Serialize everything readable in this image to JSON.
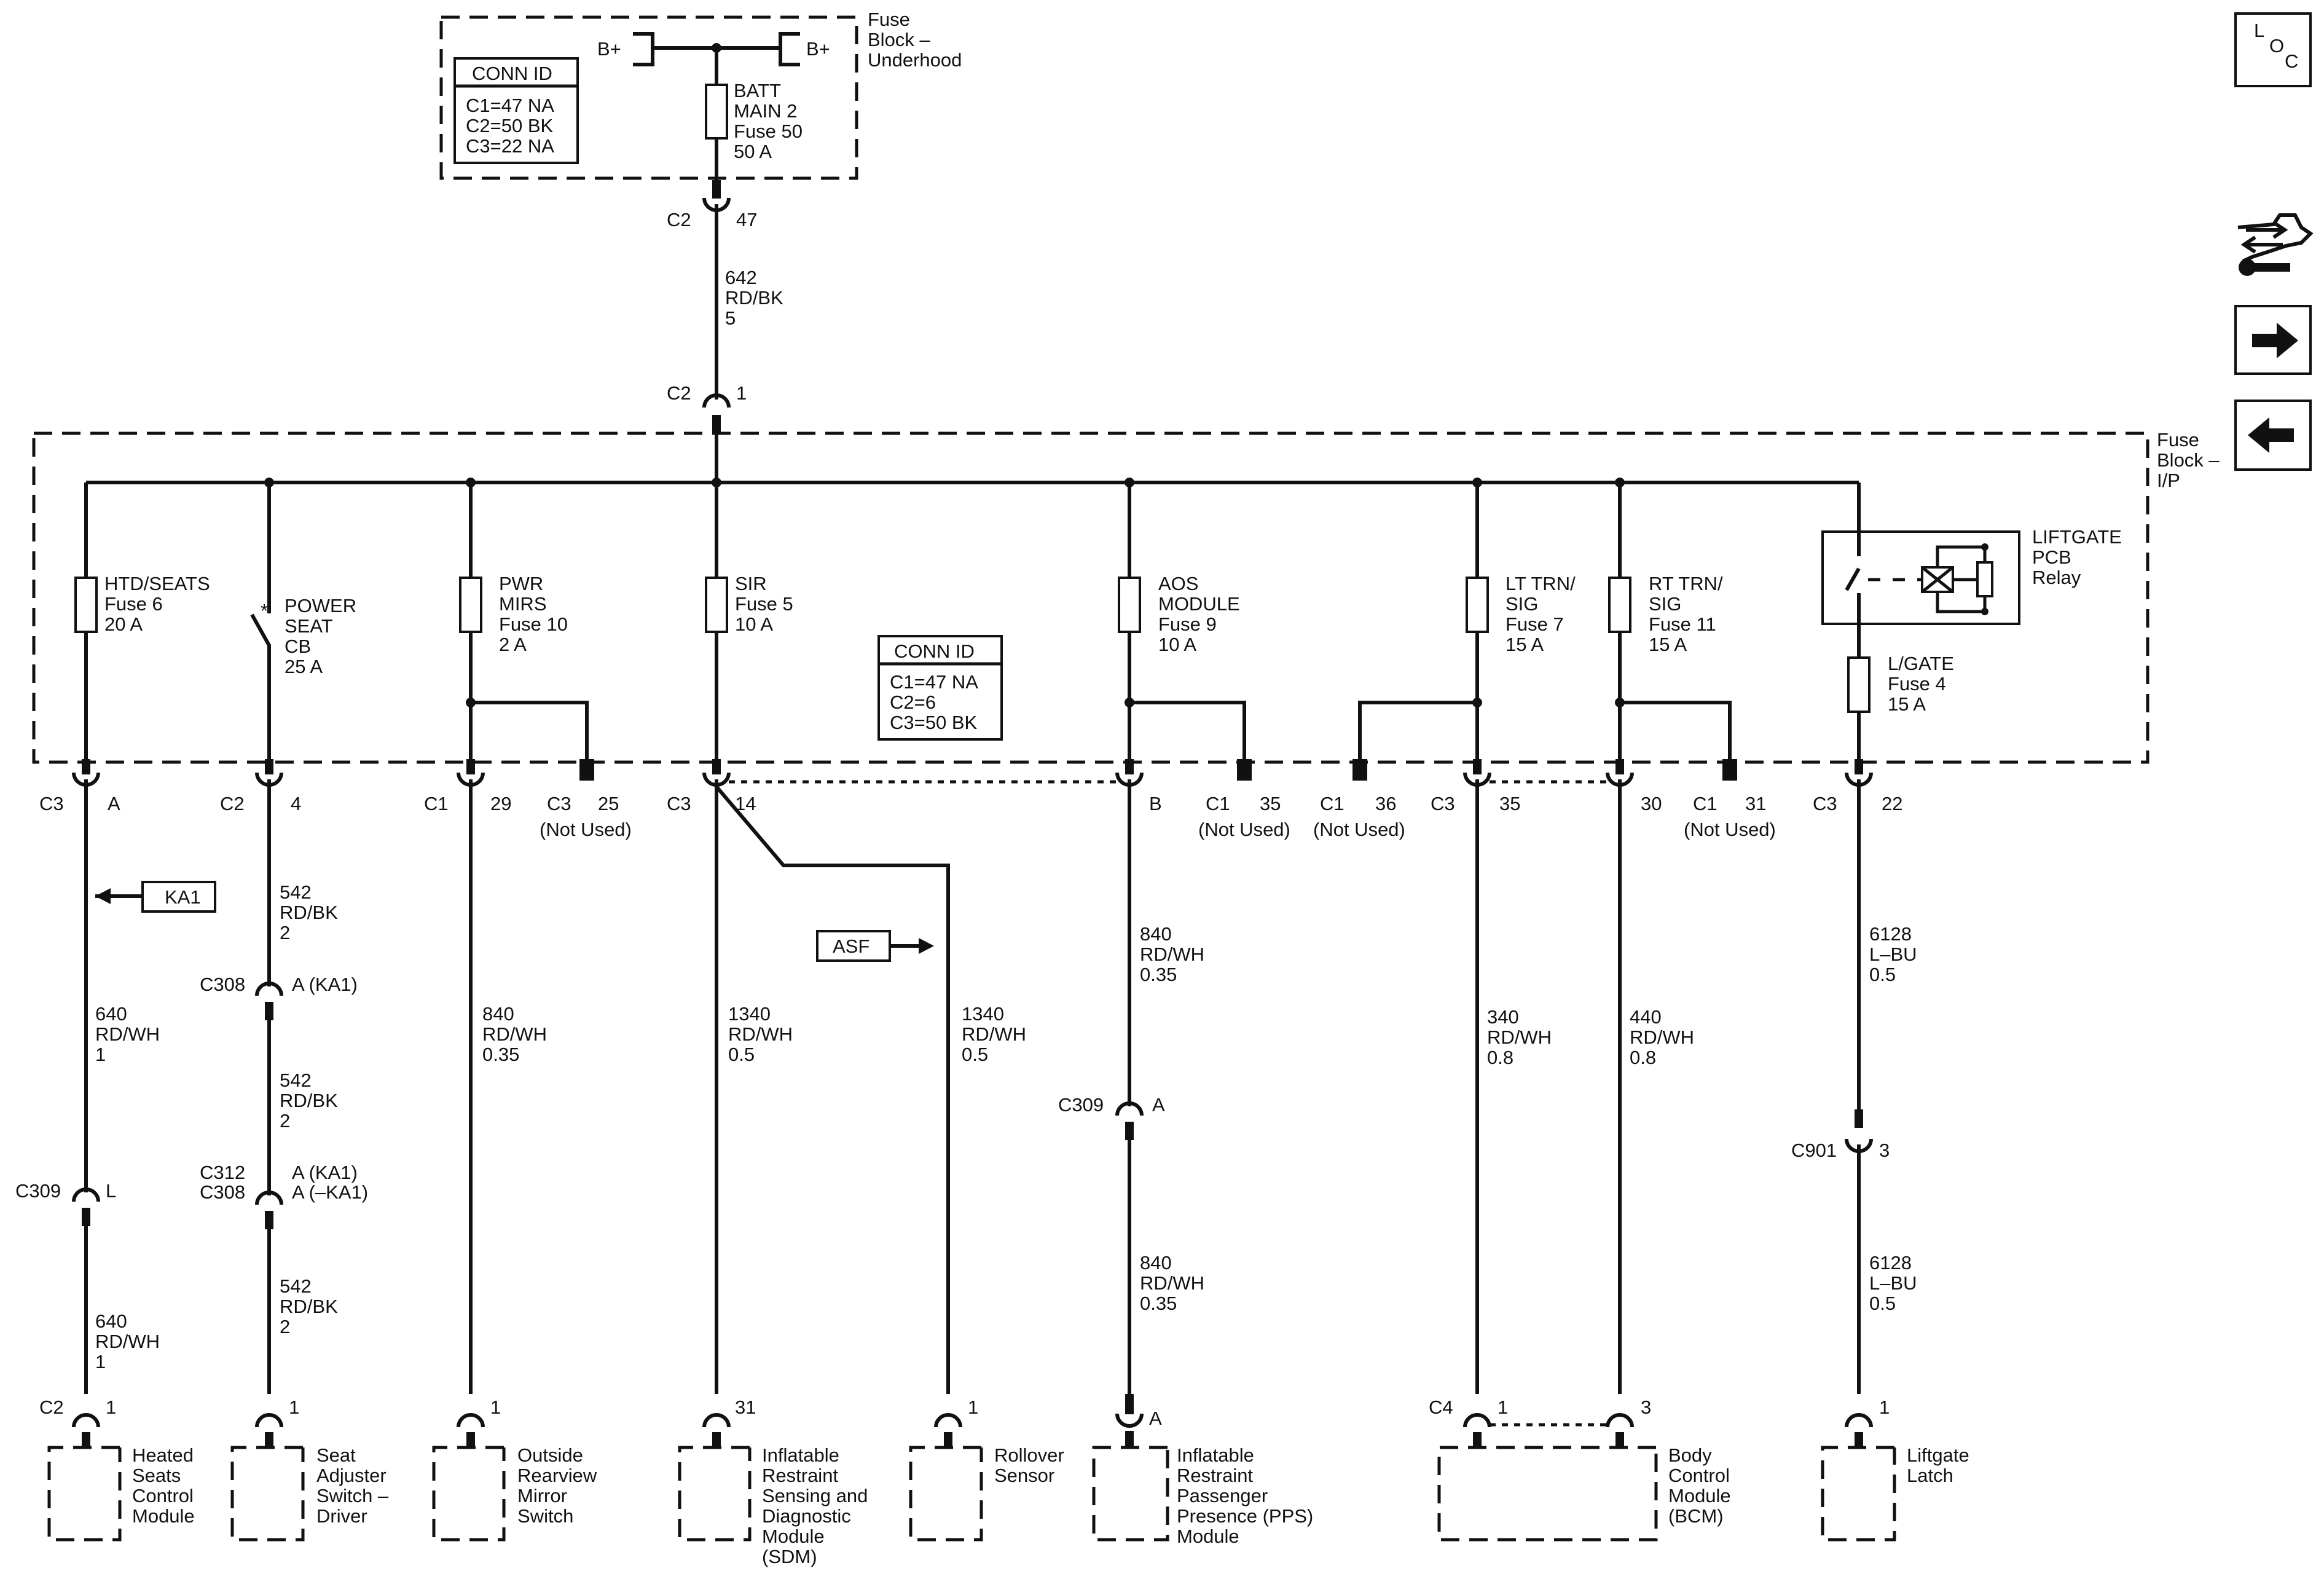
{
  "nav": {
    "loc_letters": [
      "L",
      "O",
      "C"
    ]
  },
  "fuse_block_underhood": {
    "label": [
      "Fuse",
      "Block –",
      "Underhood"
    ],
    "b_plus_left": "B+",
    "b_plus_right": "B+",
    "conn_id": {
      "title": "CONN ID",
      "lines": [
        "C1=47 NA",
        "C2=50 BK",
        "C3=22 NA"
      ]
    },
    "fuse": [
      "BATT",
      "MAIN 2",
      "Fuse 50",
      "50 A"
    ],
    "out_conn": "C2",
    "out_pin": "47"
  },
  "feed_wire": [
    "642",
    "RD/BK",
    "5"
  ],
  "fuse_block_ip": {
    "label": [
      "Fuse",
      "Block –",
      "I/P"
    ],
    "in_conn": "C2",
    "in_pin": "1",
    "conn_id": {
      "title": "CONN ID",
      "lines": [
        "C1=47 NA",
        "C2=6",
        "C3=50 BK"
      ]
    },
    "fuses": {
      "htd": [
        "HTD/SEATS",
        "Fuse 6",
        "20 A"
      ],
      "pwrseat": [
        "POWER",
        "SEAT",
        "CB",
        "25 A"
      ],
      "mirs": [
        "PWR",
        "MIRS",
        "Fuse 10",
        "2 A"
      ],
      "sir": [
        "SIR",
        "Fuse 5",
        "10 A"
      ],
      "aos": [
        "AOS",
        "MODULE",
        "Fuse 9",
        "10 A"
      ],
      "lt": [
        "LT TRN/",
        "SIG",
        "Fuse 7",
        "15 A"
      ],
      "rt": [
        "RT TRN/",
        "SIG",
        "Fuse 11",
        "15 A"
      ],
      "lgate": [
        "L/GATE",
        "Fuse 4",
        "15 A"
      ],
      "relay": [
        "LIFTGATE",
        "PCB",
        "Relay"
      ]
    },
    "star": "*"
  },
  "output_pins": [
    {
      "conn": "C3",
      "pin": "A"
    },
    {
      "conn": "C2",
      "pin": "4"
    },
    {
      "conn": "C1",
      "pin": "29"
    },
    {
      "conn": "C3",
      "pin": "25",
      "note": "(Not Used)"
    },
    {
      "conn": "C3",
      "pin": "14"
    },
    {
      "conn": "",
      "pin": "B"
    },
    {
      "conn": "C1",
      "pin": "35",
      "note": "(Not Used)"
    },
    {
      "conn": "C1",
      "pin": "36",
      "note": "(Not Used)"
    },
    {
      "conn": "C3",
      "pin": "35"
    },
    {
      "conn": "",
      "pin": "30"
    },
    {
      "conn": "C1",
      "pin": "31",
      "note": "(Not Used)"
    },
    {
      "conn": "C3",
      "pin": "22"
    }
  ],
  "circuits": {
    "c640a": [
      "640",
      "RD/WH",
      "1"
    ],
    "c640b": [
      "640",
      "RD/WH",
      "1"
    ],
    "c542a": [
      "542",
      "RD/BK",
      "2"
    ],
    "c542b": [
      "542",
      "RD/BK",
      "2"
    ],
    "c542c": [
      "542",
      "RD/BK",
      "2"
    ],
    "c840m": [
      "840",
      "RD/WH",
      "0.35"
    ],
    "c1340a": [
      "1340",
      "RD/WH",
      "0.5"
    ],
    "c1340b": [
      "1340",
      "RD/WH",
      "0.5"
    ],
    "c840a": [
      "840",
      "RD/WH",
      "0.35"
    ],
    "c840b": [
      "840",
      "RD/WH",
      "0.35"
    ],
    "c340": [
      "340",
      "RD/WH",
      "0.8"
    ],
    "c440": [
      "440",
      "RD/WH",
      "0.8"
    ],
    "c6128a": [
      "6128",
      "L–BU",
      "0.5"
    ],
    "c6128b": [
      "6128",
      "L–BU",
      "0.5"
    ]
  },
  "inline": {
    "c309l": {
      "conn": "C309",
      "pin": "L"
    },
    "c308": {
      "conn": "C308",
      "pin": "A (KA1)"
    },
    "c312": {
      "conn1": "C312",
      "conn2": "C308",
      "pin1": "A (KA1)",
      "pin2": "A (–KA1)"
    },
    "c309a": {
      "conn": "C309",
      "pin": "A"
    },
    "c901": {
      "conn": "C901",
      "pin": "3"
    }
  },
  "refs": {
    "ka1": "KA1",
    "asf": "ASF"
  },
  "components": [
    {
      "conn": "C2",
      "pin": "1",
      "label": [
        "Heated",
        "Seats",
        "Control",
        "Module"
      ]
    },
    {
      "conn": "",
      "pin": "1",
      "label": [
        "Seat",
        "Adjuster",
        "Switch –",
        "Driver"
      ]
    },
    {
      "conn": "",
      "pin": "1",
      "label": [
        "Outside",
        "Rearview",
        "Mirror",
        "Switch"
      ]
    },
    {
      "conn": "",
      "pin": "31",
      "label": [
        "Inflatable",
        "Restraint",
        "Sensing and",
        "Diagnostic",
        "Module",
        "(SDM)"
      ]
    },
    {
      "conn": "",
      "pin": "1",
      "label": [
        "Rollover",
        "Sensor"
      ]
    },
    {
      "conn": "",
      "pin": "A",
      "label": [
        "Inflatable",
        "Restraint",
        "Passenger",
        "Presence (PPS)",
        "Module"
      ]
    },
    {
      "conn": "C4",
      "pin": "1",
      "pin2": "3",
      "label": [
        "Body",
        "Control",
        "Module",
        "(BCM)"
      ]
    },
    {
      "conn": "",
      "pin": "1",
      "label": [
        "Liftgate",
        "Latch"
      ]
    }
  ]
}
